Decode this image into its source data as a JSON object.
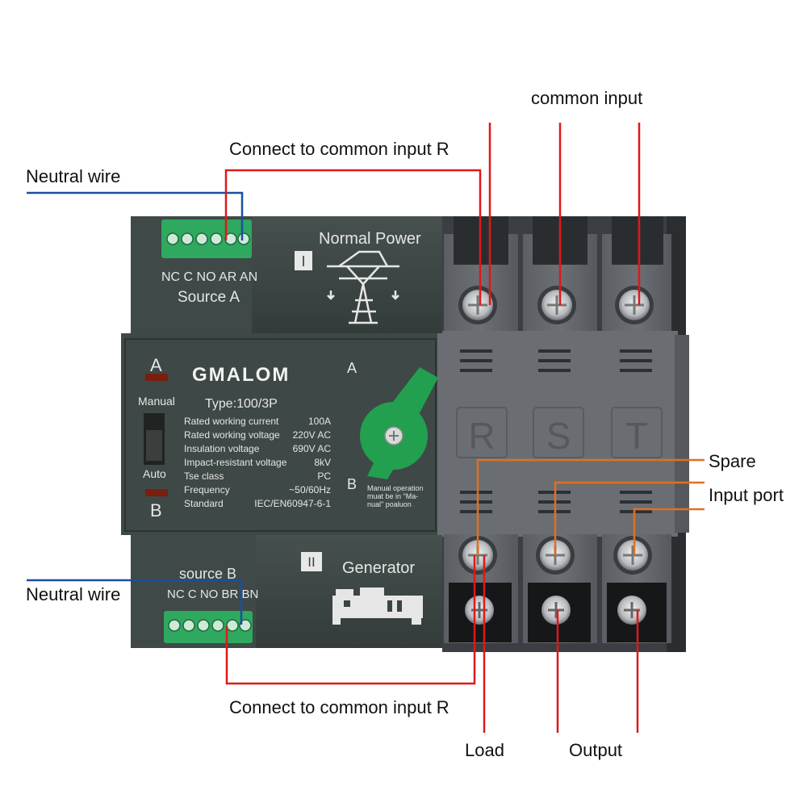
{
  "annotations": {
    "common_input": "common input",
    "connect_top": "Connect to common input R",
    "neutral_top": "Neutral wire",
    "neutral_bottom": "Neutral wire",
    "connect_bottom": "Connect to common input R",
    "spare": "Spare",
    "input_port": "Input port",
    "load": "Load",
    "output": "Output"
  },
  "device": {
    "top_module": {
      "terminals": "NC C NO AR AN",
      "source": "Source A",
      "roman": "I",
      "title": "Normal Power"
    },
    "bottom_module": {
      "source": "source B",
      "terminals": "NC C NO BR BN",
      "roman": "II",
      "title": "Generator"
    },
    "panel": {
      "indicator_a": "A",
      "indicator_b": "B",
      "manual": "Manual",
      "auto": "Auto",
      "brand": "GMALOM",
      "type": "Type:100/3P",
      "switch_a": "A",
      "switch_b": "B",
      "manual_note_1": "Manual operation",
      "manual_note_2": "muat be in \"Ma-",
      "manual_note_3": "nual\" poaluon",
      "specs": [
        {
          "label": "Rated working current",
          "value": "100A"
        },
        {
          "label": "Rated working voltage",
          "value": "220V AC"
        },
        {
          "label": "Insulation voltage",
          "value": "690V AC"
        },
        {
          "label": "Impact-resistant voltage",
          "value": "8kV"
        },
        {
          "label": "Tse class",
          "value": "PC"
        },
        {
          "label": "Frequency",
          "value": "~50/60Hz"
        },
        {
          "label": "Standard",
          "value": "IEC/EN60947-6-1"
        }
      ]
    },
    "phases": [
      "R",
      "S",
      "T"
    ]
  },
  "colors": {
    "red_wire": "#e01818",
    "blue_wire": "#1a4fa0",
    "orange_wire": "#e07020",
    "module_body": "#3a4442",
    "terminal_green": "#2fa860",
    "knob_green": "#22a050"
  }
}
